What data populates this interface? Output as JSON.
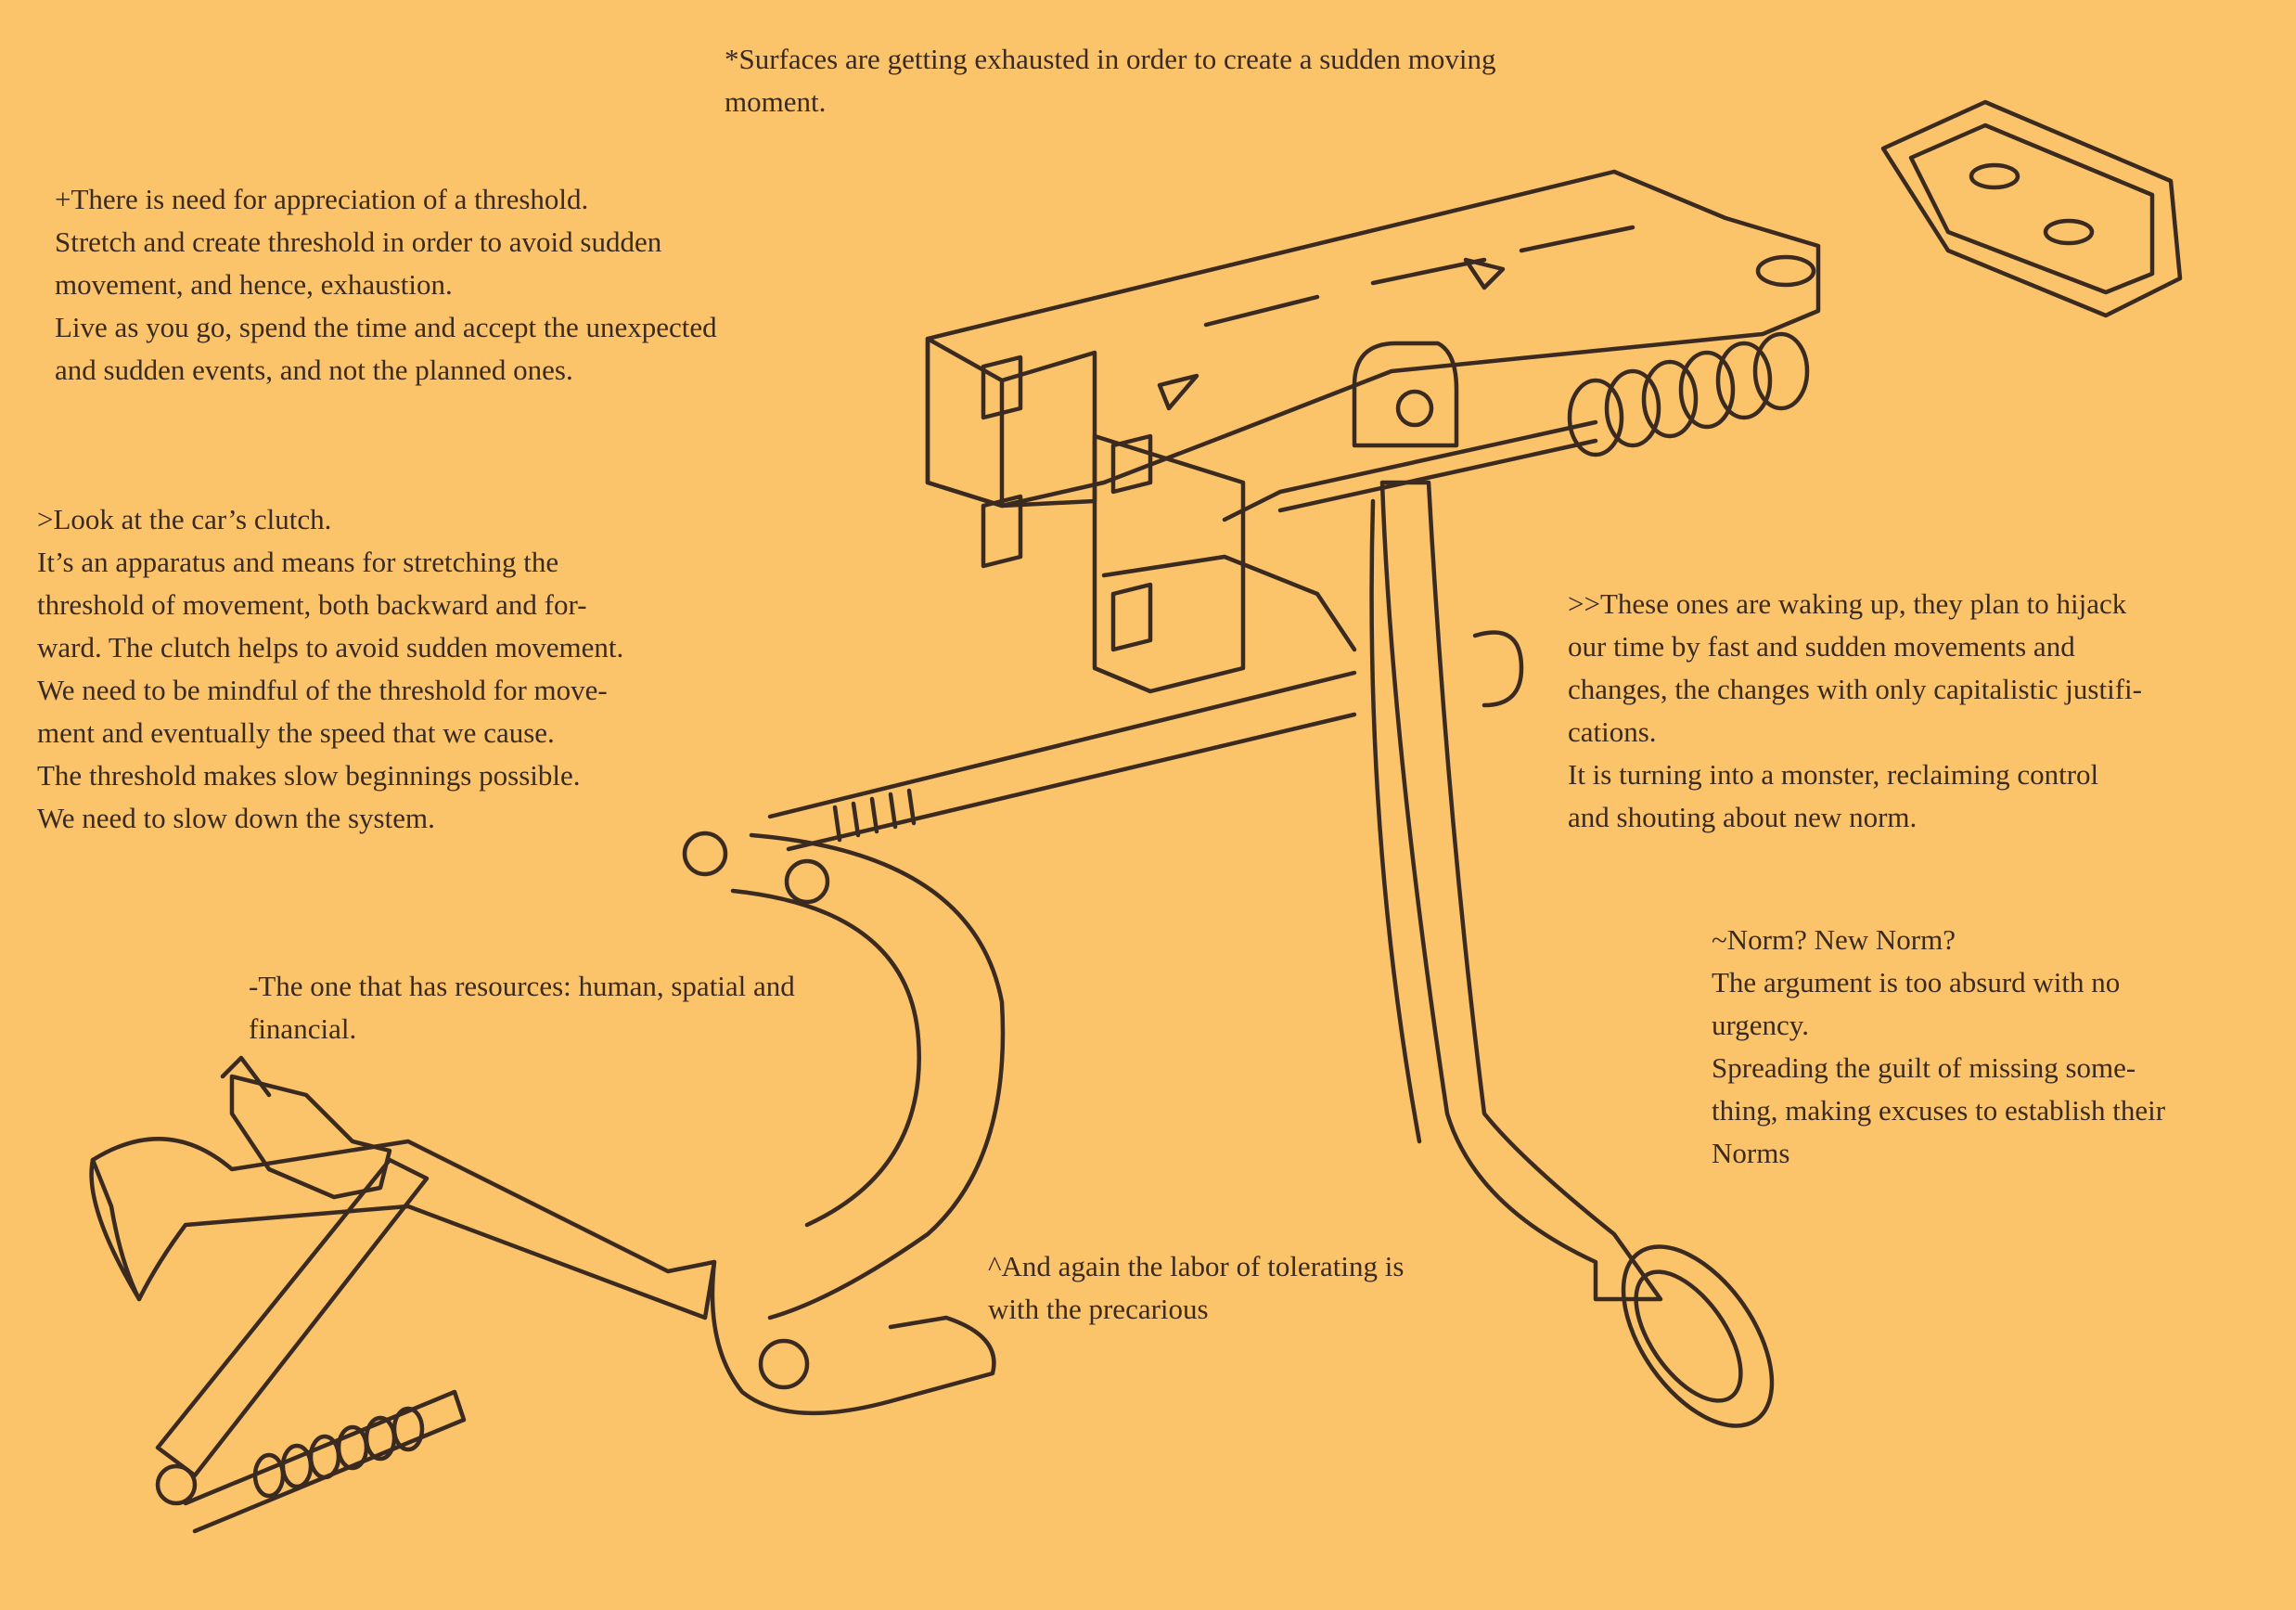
{
  "notes": {
    "surfaces": [
      "*Surfaces are getting exhausted in order to create a sudden moving",
      "moment."
    ],
    "threshold": [
      "+There is need for appreciation of a threshold.",
      "Stretch and create threshold in order to avoid sudden",
      "movement, and hence, exhaustion.",
      "Live as you go, spend the time and accept the unexpected",
      "and sudden events, and not the planned ones."
    ],
    "clutch": [
      ">Look at the car’s clutch.",
      "It’s an apparatus and means for stretching the",
      "threshold of movement, both backward and for-",
      "ward. The clutch helps to avoid sudden movement.",
      "We need to be mindful of the threshold for move-",
      "ment and eventually the speed that we cause.",
      "The threshold makes slow beginnings possible.",
      "We need to slow down the system."
    ],
    "waking": [
      ">>These ones are waking up, they plan to hijack",
      "our time by fast and sudden movements and",
      "changes, the changes with only capitalistic justifi-",
      "cations.",
      "It is turning into a monster, reclaiming control",
      "and shouting about new norm."
    ],
    "norm": [
      "~Norm? New Norm?",
      "The argument is too absurd with no",
      "urgency.",
      "Spreading the guilt of missing some-",
      "thing, making excuses to establish their",
      "Norms"
    ],
    "resources": [
      "-The one that has resources: human, spatial and",
      "financial."
    ],
    "labor": [
      "^And again the labor of tolerating is",
      "with the precarious"
    ]
  },
  "colors": {
    "paper": "#fbc46b",
    "ink": "#3a2a20"
  }
}
